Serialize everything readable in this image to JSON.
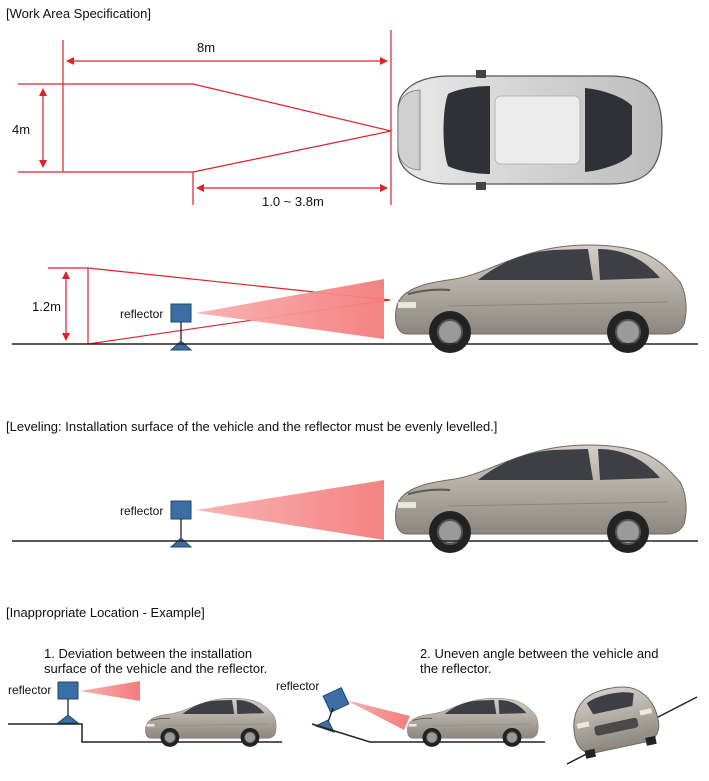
{
  "sections": {
    "work_area": {
      "heading": "[Work Area Specification]",
      "dim_width": "8m",
      "dim_height": "4m",
      "dim_range": "1.0 ~ 3.8m",
      "dim_reflector_height": "1.2m",
      "reflector_label": "reflector"
    },
    "leveling": {
      "heading": "[Leveling: Installation surface of the vehicle and the reflector must be evenly levelled.]",
      "reflector_label": "reflector"
    },
    "inappropriate": {
      "heading": "[Inappropriate Location - Example]",
      "example1_line1": "1. Deviation between the installation",
      "example1_line2": "surface of the vehicle and the reflector.",
      "example1_reflector_label": "reflector",
      "example2_line1": "2. Uneven angle between the vehicle and",
      "example2_line2": "the reflector.",
      "example2_reflector_label": "reflector"
    }
  },
  "colors": {
    "dimension_red": "#e0202a",
    "beam_pink": "#f47c7c",
    "reflector_blue": "#3a6ea5",
    "car_body": "#b2aca4",
    "ground": "#222222"
  },
  "icons": [
    "car-top-view",
    "car-side-view",
    "reflector-box",
    "reflector-stand",
    "car-front-view"
  ]
}
